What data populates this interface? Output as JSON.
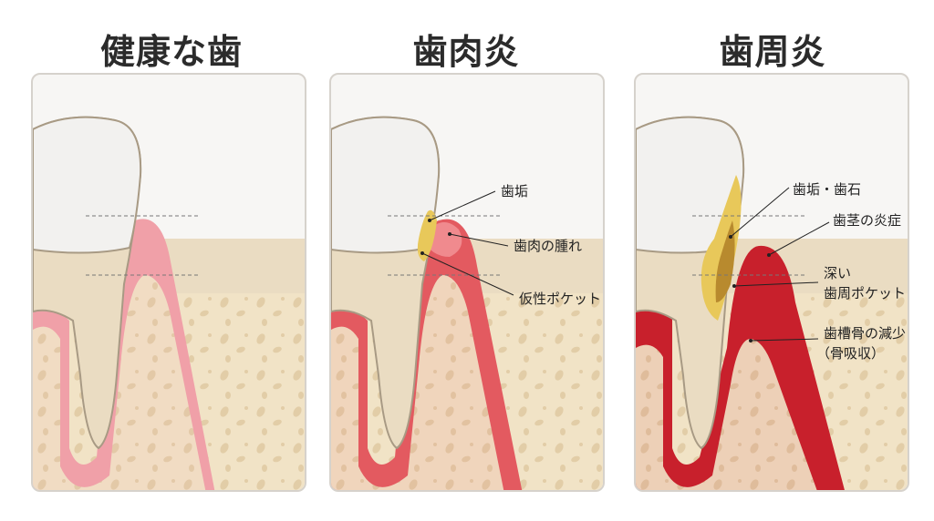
{
  "panels": [
    {
      "title": "健康な歯",
      "labels": []
    },
    {
      "title": "歯肉炎",
      "labels": [
        "歯垢",
        "歯肉の腫れ",
        "仮性ポケット"
      ]
    },
    {
      "title": "歯周炎",
      "labels": [
        "歯垢・歯石",
        "歯茎の炎症",
        "深い",
        "歯周ポケット",
        "歯槽骨の減少",
        "（骨吸収）"
      ]
    }
  ],
  "colors": {
    "enamel": "#f2f1ef",
    "dentin": "#eadcc2",
    "bone": "#f1e3c6",
    "bone_spots": "#e2cda7",
    "gum_healthy": "#f0a0a8",
    "gum_swollen": "#e35a60",
    "gum_inflamed": "#c8202c",
    "plaque": "#e8c85a",
    "tartar": "#b88a2e",
    "outline": "#a89a84"
  }
}
